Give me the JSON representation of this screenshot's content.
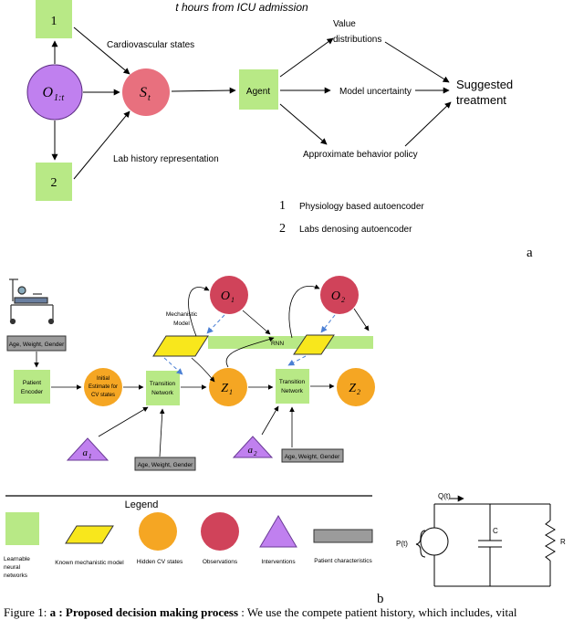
{
  "diagram_a": {
    "title": "t hours from ICU admission",
    "box1": "1",
    "box2": "2",
    "obs_main": "O",
    "obs_sub": "1:t",
    "state_main": "S",
    "state_sub": "t",
    "agent": "Agent",
    "edge_cardio": "Cardiovascular states",
    "edge_lab": "Lab history representation",
    "out_value_1": "Value",
    "out_value_2": "distributions",
    "out_uncert": "Model uncertainty",
    "out_policy": "Approximate behavior policy",
    "suggested_1": "Suggested",
    "suggested_2": "treatment",
    "legend1_num": "1",
    "legend1_text": "Physiology based autoencoder",
    "legend2_num": "2",
    "legend2_text": "Labs denosing autoencoder",
    "label": "a"
  },
  "diagram_b": {
    "patient_chars_top": "Age, Weight, Gender",
    "patient_enc_1": "Patient",
    "patient_enc_2": "Encoder",
    "init_1": "Initial",
    "init_2": "Estimate for",
    "init_3": "CV states",
    "trans1_1": "Transition",
    "trans1_2": "Network",
    "trans2_1": "Transition",
    "trans2_2": "Network",
    "mech_1": "Mechanistic",
    "mech_2": "Model",
    "rnn": "RNN",
    "o1_main": "O",
    "o1_sub": "1",
    "o2_main": "O",
    "o2_sub": "2",
    "z1_main": "Z",
    "z1_sub": "1",
    "z2_main": "Z",
    "z2_sub": "2",
    "a1_main": "a",
    "a1_sub": "1",
    "a2_main": "a",
    "a2_sub": "2",
    "chars_mid": "Age, Weight, Gender",
    "chars_right": "Age, Weight, Gender",
    "legend_title": "Legend",
    "legend_items": [
      "Learnable neural networks",
      "Known mechanistic model",
      "Hidden CV states",
      "Observations",
      "Interventions",
      "Patient characteristics"
    ],
    "circuit_q": "Q(t)",
    "circuit_p": "P(t)",
    "circuit_c": "C",
    "circuit_r": "R",
    "label": "b"
  },
  "caption": {
    "prefix": "Figure 1: ",
    "bold": "a : Proposed decision making process",
    "rest": " : We use the compete patient history, which includes, vital"
  },
  "colors": {
    "green": "#b8e986",
    "orange": "#f5a623",
    "red": "#d0435a",
    "pink": "#e8707e",
    "purple": "#c080ef",
    "yellow": "#f8e71c",
    "gray": "#9b9b9b"
  }
}
